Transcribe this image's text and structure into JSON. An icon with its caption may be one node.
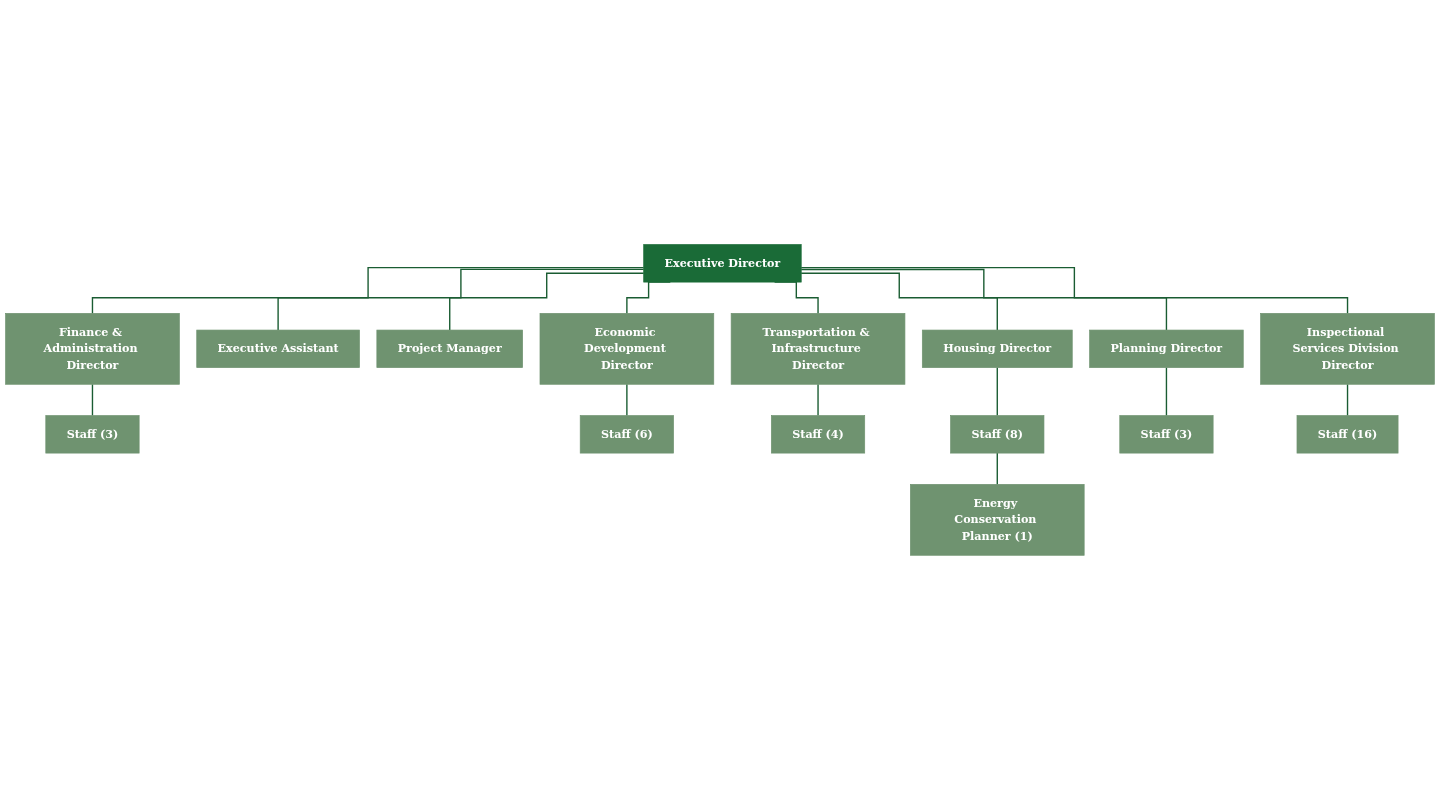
{
  "diagram": {
    "nodes": [
      {
        "text": [
          "Executive Director"
        ]
      },
      {
        "text": [
          "Finance & Administration Director"
        ]
      },
      {
        "text": [
          "Executive  Assistant"
        ]
      },
      {
        "text": [
          "Staff (3)"
        ]
      },
      {
        "text": [
          "Project Manager"
        ]
      },
      {
        "text": [
          "Economic Development Director"
        ]
      },
      {
        "text": [
          "Transportation & Infrastructure Director"
        ]
      },
      {
        "text": [
          "Housing Director"
        ]
      },
      {
        "text": [
          "Planning Director"
        ]
      },
      {
        "text": [
          "Inspectional Services Division Director"
        ]
      },
      {
        "text": [
          "Staff (6)"
        ]
      },
      {
        "text": [
          "Staff (4)"
        ]
      },
      {
        "text": [
          "Staff (8)"
        ]
      },
      {
        "text": [
          "Staff (3)"
        ]
      },
      {
        "text": [
          "Staff (16)"
        ]
      },
      {
        "text": [
          "Energy Conservation Planner (1)"
        ]
      }
    ],
    "edges": [
      {
        "from": 0,
        "to": 1,
        "arrow": "none"
      },
      {
        "from": 0,
        "to": 2,
        "arrow": "none"
      },
      {
        "from": 1,
        "to": 3,
        "arrow": "none"
      },
      {
        "from": 0,
        "to": 4,
        "arrow": "none"
      },
      {
        "from": 0,
        "to": 5,
        "arrow": "none"
      },
      {
        "from": 0,
        "to": 6,
        "arrow": "none"
      },
      {
        "from": 0,
        "to": 7,
        "arrow": "none"
      },
      {
        "from": 0,
        "to": 8,
        "arrow": "none"
      },
      {
        "from": 0,
        "to": 9,
        "arrow": "none"
      },
      {
        "from": 5,
        "to": 10,
        "arrow": "none"
      },
      {
        "from": 6,
        "to": 11,
        "arrow": "none"
      },
      {
        "from": 7,
        "to": 12,
        "arrow": "none"
      },
      {
        "from": 8,
        "to": 13,
        "arrow": "none"
      },
      {
        "from": 9,
        "to": 14,
        "arrow": "none"
      },
      {
        "from": 12,
        "to": 15,
        "arrow": "none"
      }
    ]
  }
}
